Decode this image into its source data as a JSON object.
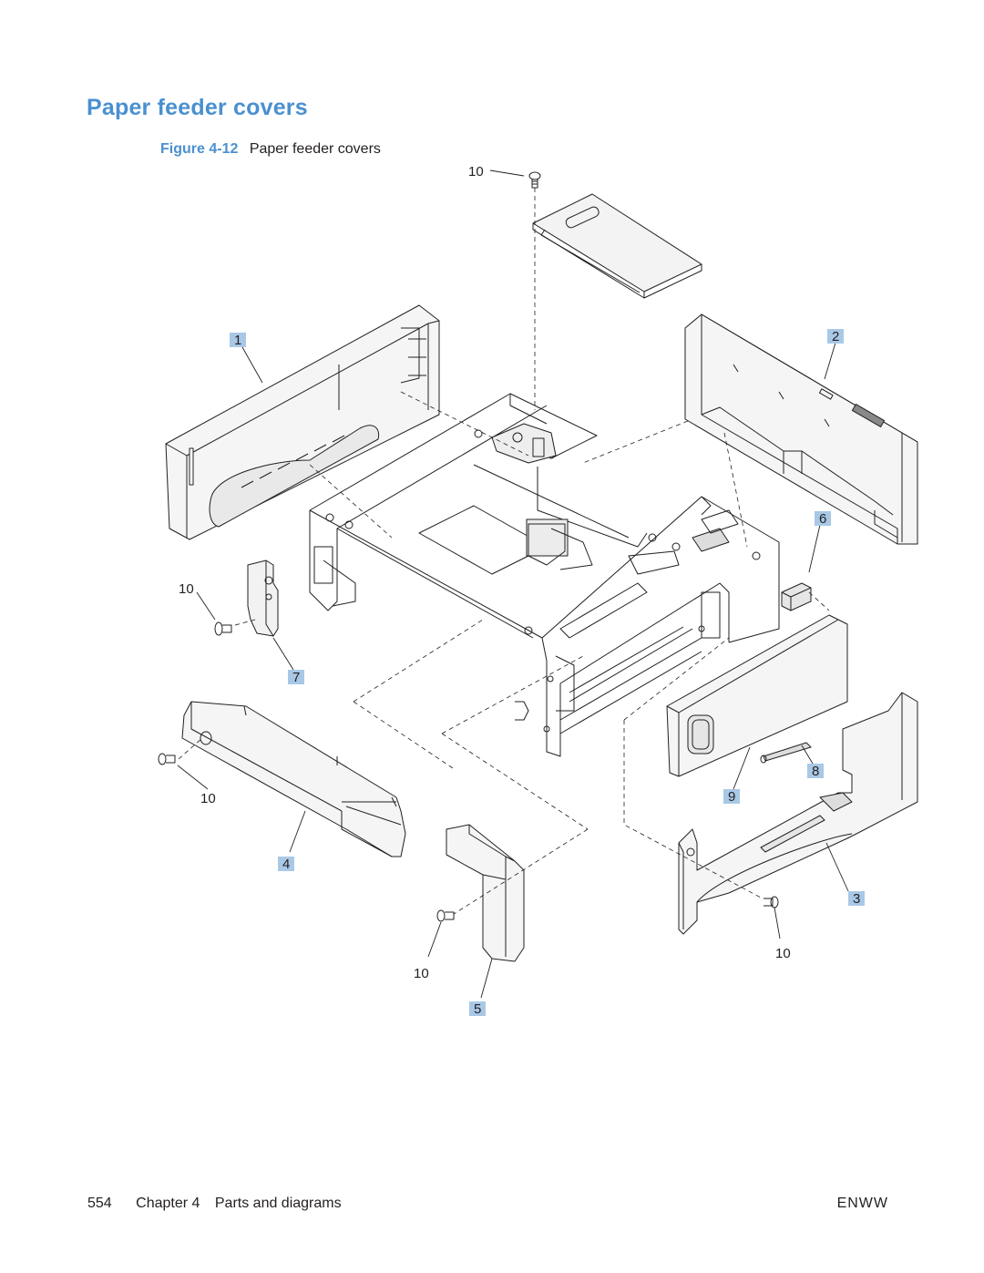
{
  "page": {
    "title": "Paper feeder covers",
    "figure": {
      "label": "Figure",
      "number": "4-12",
      "caption": "Paper feeder covers"
    }
  },
  "callouts": [
    {
      "id": "c10-top",
      "text": "10",
      "boxed": false
    },
    {
      "id": "c1",
      "text": "1",
      "boxed": true
    },
    {
      "id": "c2",
      "text": "2",
      "boxed": true
    },
    {
      "id": "c6",
      "text": "6",
      "boxed": true
    },
    {
      "id": "c10-left",
      "text": "10",
      "boxed": false
    },
    {
      "id": "c7",
      "text": "7",
      "boxed": true
    },
    {
      "id": "c8",
      "text": "8",
      "boxed": true
    },
    {
      "id": "c9",
      "text": "9",
      "boxed": true
    },
    {
      "id": "c10-mid",
      "text": "10",
      "boxed": false
    },
    {
      "id": "c4",
      "text": "4",
      "boxed": true
    },
    {
      "id": "c3",
      "text": "3",
      "boxed": true
    },
    {
      "id": "c10-right",
      "text": "10",
      "boxed": false
    },
    {
      "id": "c10-bottom",
      "text": "10",
      "boxed": false
    },
    {
      "id": "c5",
      "text": "5",
      "boxed": true
    }
  ],
  "colors": {
    "accent": "#4a90d0",
    "callout_box": "#a9c8e6",
    "line": "#231f20"
  },
  "footer": {
    "page_number": "554",
    "chapter": "Chapter 4",
    "section": "Parts and diagrams",
    "right": "ENWW"
  }
}
